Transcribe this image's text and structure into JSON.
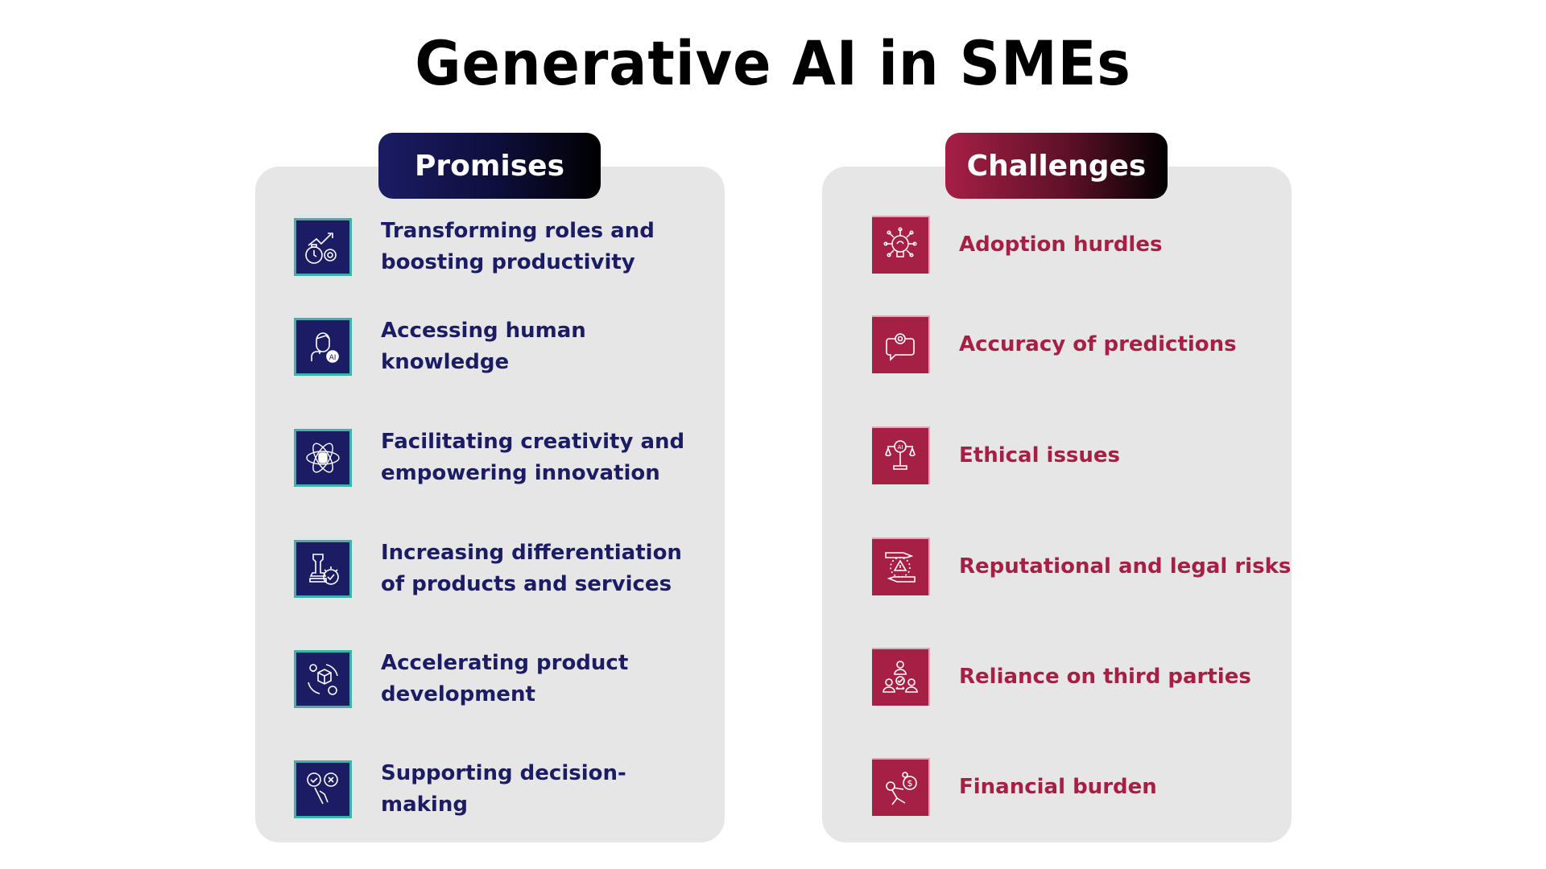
{
  "title": "Generative AI in SMEs",
  "promises": {
    "header": "Promises",
    "accent": "#1b1c63",
    "border": "#3bb3a9",
    "items": [
      {
        "label": "Transforming roles and boosting productivity",
        "icon": "stopwatch-gear-growth-icon"
      },
      {
        "label": "Accessing human knowledge",
        "icon": "person-ai-icon"
      },
      {
        "label": "Facilitating creativity and empowering innovation",
        "icon": "atom-database-icon"
      },
      {
        "label": "Increasing differentiation of products and services",
        "icon": "chess-rook-gear-check-icon"
      },
      {
        "label": "Accelerating product development",
        "icon": "product-cycle-icon"
      },
      {
        "label": "Supporting decision-making",
        "icon": "hand-choice-check-cross-icon"
      }
    ]
  },
  "challenges": {
    "header": "Challenges",
    "accent": "#a61f45",
    "items": [
      {
        "label": "Adoption hurdles",
        "icon": "brain-bulb-circuit-icon"
      },
      {
        "label": "Accuracy of predictions",
        "icon": "chat-gear-icon"
      },
      {
        "label": "Ethical issues",
        "icon": "ai-scales-icon"
      },
      {
        "label": "Reputational and legal risks",
        "icon": "hands-warning-icon"
      },
      {
        "label": "Reliance on third parties",
        "icon": "people-network-check-icon"
      },
      {
        "label": "Financial burden",
        "icon": "person-carrying-money-icon"
      }
    ]
  }
}
